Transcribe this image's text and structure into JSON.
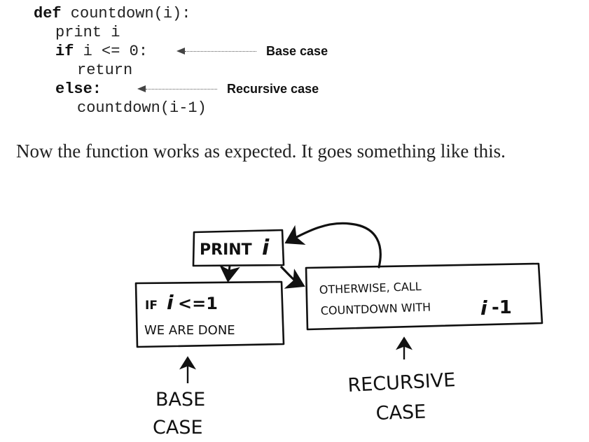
{
  "code": {
    "lines": [
      {
        "keyword": "def",
        "rest": " countdown(i):"
      },
      {
        "keyword": "",
        "rest": "print i"
      },
      {
        "keyword": "if",
        "rest": " i <= 0:"
      },
      {
        "keyword": "",
        "rest": "return"
      },
      {
        "keyword": "else:",
        "rest": ""
      },
      {
        "keyword": "",
        "rest": "countdown(i-1)"
      }
    ],
    "callouts": {
      "base": "Base case",
      "recursive": "Recursive case"
    }
  },
  "prose": "Now the function works as expected. It goes something like this.",
  "diagram": {
    "print_box": {
      "word": "PRINT",
      "var": "i"
    },
    "base_box": {
      "line1_prefix": "IF",
      "line1_var": "i",
      "line1_suffix": "<=1",
      "line2": "WE ARE DONE"
    },
    "recursive_box": {
      "line1": "OTHERWISE, CALL",
      "line2_prefix": "COUNTDOWN WITH",
      "line2_var": "i",
      "line2_suffix": "-1"
    },
    "base_label": {
      "line1": "BASE",
      "line2": "CASE"
    },
    "recursive_label": {
      "line1": "RECURSIVE",
      "line2": "CASE"
    }
  }
}
